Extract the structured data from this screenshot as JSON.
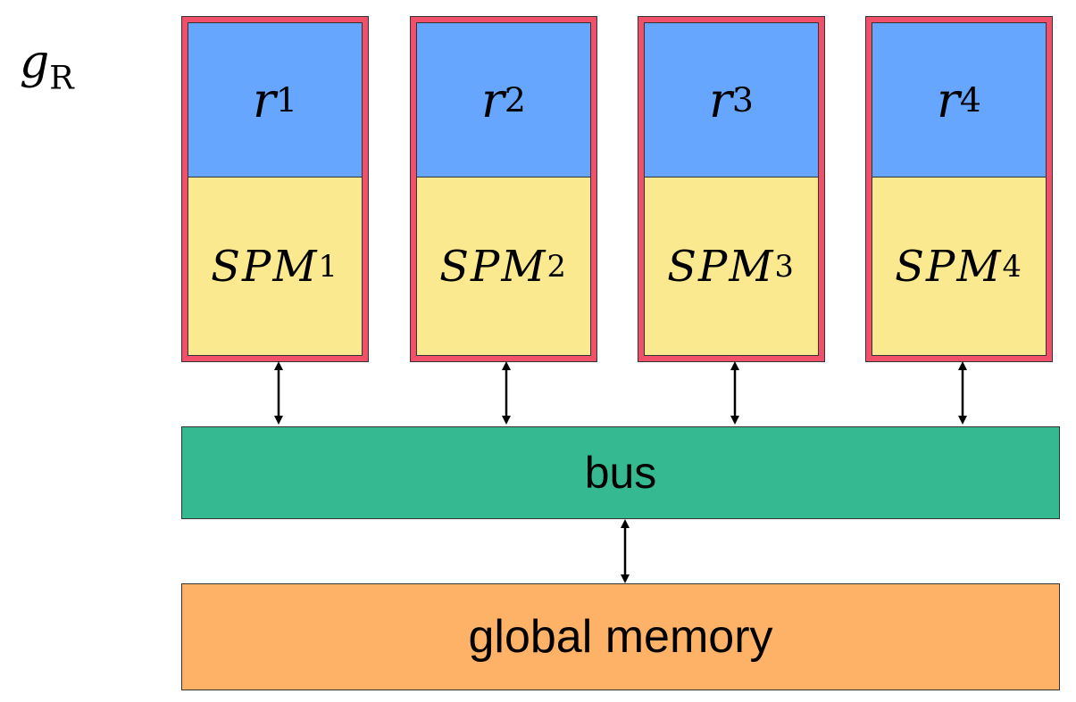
{
  "graph_label": {
    "base": "g",
    "sub": "R"
  },
  "processors": [
    {
      "register": {
        "base": "r",
        "sub": "1"
      },
      "spm": {
        "base": "SPM",
        "sub": "1"
      }
    },
    {
      "register": {
        "base": "r",
        "sub": "2"
      },
      "spm": {
        "base": "SPM",
        "sub": "2"
      }
    },
    {
      "register": {
        "base": "r",
        "sub": "3"
      },
      "spm": {
        "base": "SPM",
        "sub": "3"
      }
    },
    {
      "register": {
        "base": "r",
        "sub": "4"
      },
      "spm": {
        "base": "SPM",
        "sub": "4"
      }
    }
  ],
  "bus": {
    "label": "bus"
  },
  "memory": {
    "label": "global memory"
  },
  "colors": {
    "processor_border": "#f0506a",
    "register_fill": "#66a6ff",
    "spm_fill": "#fbe98f",
    "bus_fill": "#34b990",
    "memory_fill": "#fdb268"
  }
}
